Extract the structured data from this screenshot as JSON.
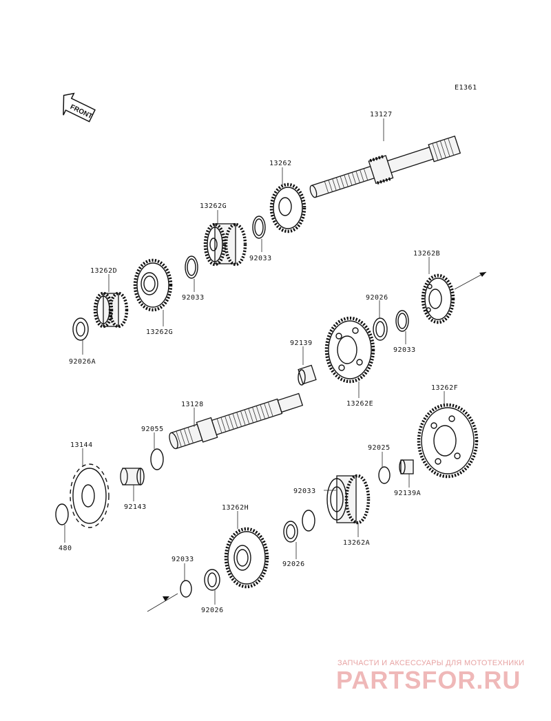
{
  "diagram": {
    "code": "E1361",
    "front_label": "FRONT"
  },
  "labels": [
    {
      "id": "13127",
      "text": "13127"
    },
    {
      "id": "13262",
      "text": "13262"
    },
    {
      "id": "13262G-top",
      "text": "13262G"
    },
    {
      "id": "92033-a",
      "text": "92033"
    },
    {
      "id": "13262D",
      "text": "13262D"
    },
    {
      "id": "92033-b",
      "text": "92033"
    },
    {
      "id": "13262G-bot",
      "text": "13262G"
    },
    {
      "id": "92026A",
      "text": "92026A"
    },
    {
      "id": "13262B",
      "text": "13262B"
    },
    {
      "id": "92026-a",
      "text": "92026"
    },
    {
      "id": "92033-c",
      "text": "92033"
    },
    {
      "id": "92139",
      "text": "92139"
    },
    {
      "id": "13262E",
      "text": "13262E"
    },
    {
      "id": "13128",
      "text": "13128"
    },
    {
      "id": "92055",
      "text": "92055"
    },
    {
      "id": "13144",
      "text": "13144"
    },
    {
      "id": "92143",
      "text": "92143"
    },
    {
      "id": "480",
      "text": "480"
    },
    {
      "id": "13262F",
      "text": "13262F"
    },
    {
      "id": "92025",
      "text": "92025"
    },
    {
      "id": "92139A",
      "text": "92139A"
    },
    {
      "id": "92033-d",
      "text": "92033"
    },
    {
      "id": "13262A",
      "text": "13262A"
    },
    {
      "id": "13262H",
      "text": "13262H"
    },
    {
      "id": "92026-b",
      "text": "92026"
    },
    {
      "id": "92033-e",
      "text": "92033"
    },
    {
      "id": "92026-c",
      "text": "92026"
    }
  ],
  "watermark": {
    "tagline": "ЗАПЧАСТИ И АКСЕССУАРЫ ДЛЯ МОТОТЕХНИКИ",
    "brand": "PARTSFOR.RU"
  }
}
